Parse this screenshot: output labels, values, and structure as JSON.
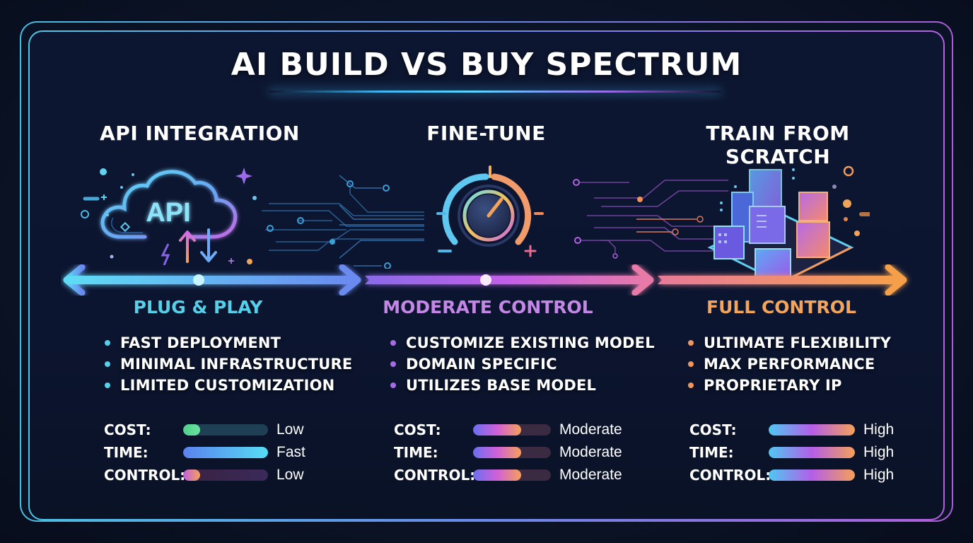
{
  "title": "AI BUILD VS BUY SPECTRUM",
  "colors": {
    "cyan": "#4fd1f0",
    "purple": "#b565e8",
    "orange": "#f5a25a",
    "background": "#0b1326"
  },
  "columns": [
    {
      "heading": "API INTEGRATION",
      "icon": "cloud-api-icon",
      "icon_text": "API",
      "subtitle": "PLUG & PLAY",
      "subtitle_color": "#56cfe8",
      "bullet_color": "#56cfe8",
      "bullets": [
        "FAST DEPLOYMENT",
        "MINIMAL INFRASTRUCTURE",
        "LIMITED CUSTOMIZATION"
      ],
      "metrics": [
        {
          "label": "COST:",
          "value": "Low",
          "level": 0.2
        },
        {
          "label": "TIME:",
          "value": "Fast",
          "level": 1.0
        },
        {
          "label": "CONTROL:",
          "value": "Low",
          "level": 0.2
        }
      ]
    },
    {
      "heading": "FINE-TUNE",
      "icon": "dial-knob-icon",
      "subtitle": "MODERATE CONTROL",
      "subtitle_color": "#c587e6",
      "bullet_color": "#a66ce8",
      "bullets": [
        "CUSTOMIZE EXISTING MODEL",
        "DOMAIN SPECIFIC",
        "UTILIZES BASE MODEL"
      ],
      "metrics": [
        {
          "label": "COST:",
          "value": "Moderate",
          "level": 0.6
        },
        {
          "label": "TIME:",
          "value": "Moderate",
          "level": 0.6
        },
        {
          "label": "CONTROL:",
          "value": "Moderate",
          "level": 0.6
        }
      ]
    },
    {
      "heading": "TRAIN FROM SCRATCH",
      "icon": "isometric-buildings-icon",
      "subtitle": "FULL CONTROL",
      "subtitle_color": "#f3a55c",
      "bullet_color": "#f0965a",
      "bullets": [
        "ULTIMATE FLEXIBILITY",
        "MAX PERFORMANCE",
        "PROPRIETARY IP"
      ],
      "metrics": [
        {
          "label": "COST:",
          "value": "High",
          "level": 1.0
        },
        {
          "label": "TIME:",
          "value": "High",
          "level": 1.0
        },
        {
          "label": "CONTROL:",
          "value": "High",
          "level": 1.0
        }
      ]
    }
  ]
}
